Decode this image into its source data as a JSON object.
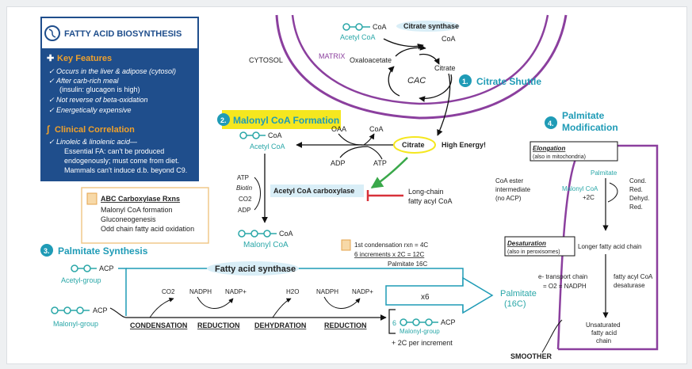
{
  "colors": {
    "teal": "#1f9bb6",
    "purple": "#8b3f9e",
    "navy": "#1f4e8c",
    "orange": "#f0a12b",
    "yellow": "#f5e71f",
    "green": "#3aa84a",
    "red": "#d8323a",
    "teal_text": "#2aa7a8"
  },
  "keybox": {
    "title": "FATTY ACID BIOSYNTHESIS",
    "features_title": "Key Features",
    "features": [
      "Occurs in the liver & adipose (cytosol)",
      "After carb-rich meal",
      "(insulin: glucagon is high)",
      "Not reverse of beta-oxidation",
      "Energetically expensive"
    ],
    "clinical_title": "Clinical Correlation",
    "clinical": [
      "Linoleic & linolenic acid—",
      "Essential FA: can't be produced",
      "endogenously; must come from diet.",
      "Mammals can't induce d.b. beyond C9."
    ]
  },
  "abc": {
    "title": "ABC Carboxylase Rxns",
    "items": [
      "Malonyl CoA formation",
      "Gluconeogenesis",
      "Odd chain fatty acid oxidation"
    ]
  },
  "cytosol_label": "CYTOSOL",
  "matrix_label": "MATRIX",
  "section1": {
    "num": "1.",
    "title": "Citrate Shuttle"
  },
  "section2": {
    "num": "2.",
    "title": "Malonyl CoA Formation"
  },
  "section3": {
    "num": "3.",
    "title": "Palmitate Synthesis"
  },
  "section4": {
    "num": "4.",
    "title_1": "Palmitate",
    "title_2": "Modification"
  },
  "shuttle": {
    "coa": "CoA",
    "acetyl_coa": "Acetyl CoA",
    "enzyme": "Citrate synthase",
    "coa2": "CoA",
    "citrate": "Citrate",
    "oxaloacetate": "Oxaloacetate",
    "cac": "CAC"
  },
  "malonyl": {
    "oaa": "OAA",
    "coa": "CoA",
    "citrate": "Citrate",
    "high_energy": "High Energy!",
    "acetyl_coa_coa": "CoA",
    "acetyl_coa": "Acetyl CoA",
    "adp": "ADP",
    "atp": "ATP",
    "inputs": [
      "ATP",
      "Biotin",
      "CO2",
      "ADP"
    ],
    "enzyme": "Acetyl CoA carboxylase",
    "inhibitor_1": "Long-chain",
    "inhibitor_2": "fatty acyl CoA",
    "product_coa": "CoA",
    "product": "Malonyl CoA"
  },
  "synthesis": {
    "acp1": "ACP",
    "acetyl_group": "Acetyl-group",
    "acp2": "ACP",
    "malonyl_group": "Malonyl-group",
    "enzyme": "Fatty acid synthase",
    "co2": "CO2",
    "nadph1": "NADPH",
    "nadp1": "NADP+",
    "h2o": "H2O",
    "nadph2": "NADPH",
    "nadp2": "NADP+",
    "steps": [
      "CONDENSATION",
      "REDUCTION",
      "DEHYDRATION",
      "REDUCTION"
    ],
    "note_1": "1st condensation rxn = 4C",
    "note_2": "6 increments x 2C = 12C",
    "note_3": "Palmitate 16C",
    "x6": "x6",
    "six": "6",
    "inc_acp": "ACP",
    "inc_label": "Malonyl-group",
    "inc_note": "+ 2C per increment",
    "product_1": "Palmitate",
    "product_2": "(16C)"
  },
  "modification": {
    "elong_1": "Elongation",
    "elong_2": "(also in mitochondria)",
    "ester_1": "CoA ester",
    "ester_2": "intermediate",
    "ester_3": "(no ACP)",
    "palmitate": "Palmitate",
    "malonyl": "Malonyl CoA",
    "plus2c": "+2C",
    "steps": [
      "Cond.",
      "Red.",
      "Dehyd.",
      "Red."
    ],
    "desat_1": "Desaturation",
    "desat_2": "(also in peroxisomes)",
    "longer": "Longer fatty acid chain",
    "etc": "e- transport chain",
    "o2_nadph": "= O2 = NADPH",
    "desaturase_1": "fatty acyl CoA",
    "desaturase_2": "desaturase",
    "unsat_1": "Unsaturated",
    "unsat_2": "fatty acid",
    "unsat_3": "chain",
    "smoother": "SMOOTHER"
  }
}
